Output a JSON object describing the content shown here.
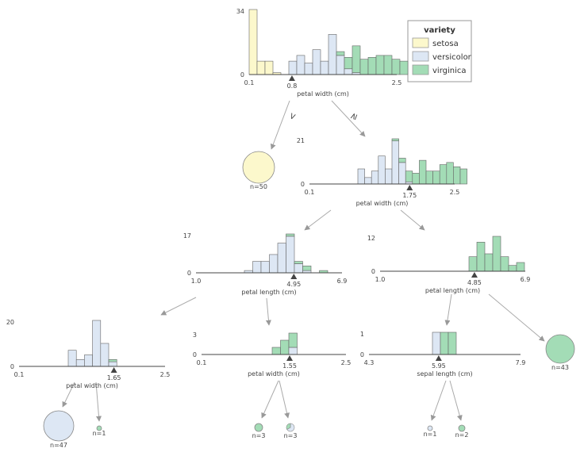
{
  "colors": {
    "setosa": "#fcf8cc",
    "versicolor": "#dde7f4",
    "virginica": "#a3dcb6",
    "stroke": "#444444"
  },
  "legend": {
    "title": "variety",
    "items": [
      {
        "label": "setosa",
        "class": "setosa"
      },
      {
        "label": "versicolor",
        "class": "versicolor"
      },
      {
        "label": "virginica",
        "class": "virginica"
      }
    ]
  },
  "nodes": [
    {
      "id": "root",
      "feature": "petal width (cm)",
      "split": "0.8",
      "xmin": "0.1",
      "xmax": "2.5",
      "ytop": "34",
      "ybot": "0",
      "ymax": 34,
      "split_frac": 0.29,
      "bins": [
        [
          34,
          0,
          0
        ],
        [
          7,
          0,
          0
        ],
        [
          7,
          0,
          0
        ],
        [
          1,
          0,
          0
        ],
        [
          0,
          0,
          0
        ],
        [
          0,
          7,
          0
        ],
        [
          0,
          10,
          0
        ],
        [
          0,
          6,
          0
        ],
        [
          0,
          13,
          0
        ],
        [
          0,
          7,
          0
        ],
        [
          0,
          21,
          0
        ],
        [
          0,
          10,
          2
        ],
        [
          0,
          3,
          6
        ],
        [
          0,
          1,
          14
        ],
        [
          0,
          0,
          8
        ],
        [
          0,
          0,
          9
        ],
        [
          0,
          0,
          10
        ],
        [
          0,
          0,
          10
        ],
        [
          0,
          0,
          8
        ],
        [
          0,
          0,
          7
        ]
      ]
    },
    {
      "id": "n2",
      "feature": "petal width (cm)",
      "split": "1.75",
      "xmin": "0.1",
      "xmax": "2.5",
      "ytop": "21",
      "ybot": "0",
      "ymax": 21,
      "split_frac": 0.69,
      "bins": [
        [
          0,
          7,
          0
        ],
        [
          0,
          3,
          0
        ],
        [
          0,
          6,
          0
        ],
        [
          0,
          13,
          0
        ],
        [
          0,
          7,
          0
        ],
        [
          0,
          20,
          1
        ],
        [
          0,
          10,
          2
        ],
        [
          0,
          1,
          5
        ],
        [
          0,
          0,
          5
        ],
        [
          0,
          0,
          11
        ],
        [
          0,
          0,
          6
        ],
        [
          0,
          0,
          6
        ],
        [
          0,
          0,
          9
        ],
        [
          0,
          0,
          10
        ],
        [
          0,
          0,
          8
        ],
        [
          0,
          0,
          7
        ]
      ]
    },
    {
      "id": "n3",
      "feature": "petal length (cm)",
      "split": "4.95",
      "xmin": "1.0",
      "xmax": "6.9",
      "ytop": "17",
      "ybot": "0",
      "ymax": 17,
      "split_frac": 0.67,
      "bins": [
        [
          0,
          1,
          0
        ],
        [
          0,
          5,
          0
        ],
        [
          0,
          5,
          0
        ],
        [
          0,
          8,
          0
        ],
        [
          0,
          13,
          0
        ],
        [
          0,
          16,
          1
        ],
        [
          0,
          4,
          1
        ],
        [
          0,
          1,
          2
        ],
        [
          0,
          0,
          0
        ],
        [
          0,
          0,
          1
        ]
      ]
    },
    {
      "id": "n4",
      "feature": "petal length (cm)",
      "split": "4.85",
      "xmin": "1.0",
      "xmax": "6.9",
      "ytop": "12",
      "ybot": "0",
      "ymax": 12,
      "split_frac": 0.65,
      "bins": [
        [
          0,
          0,
          5
        ],
        [
          0,
          0,
          10
        ],
        [
          0,
          0,
          6
        ],
        [
          0,
          0,
          12
        ],
        [
          0,
          0,
          5
        ],
        [
          0,
          0,
          2
        ],
        [
          0,
          0,
          3
        ]
      ]
    },
    {
      "id": "n5",
      "feature": "petal width (cm)",
      "split": "1.65",
      "xmin": "0.1",
      "xmax": "2.5",
      "ytop": "20",
      "ybot": "0",
      "ymax": 20,
      "split_frac": 0.65,
      "bins": [
        [
          0,
          7,
          0
        ],
        [
          0,
          3,
          0
        ],
        [
          0,
          5,
          0
        ],
        [
          0,
          20,
          0
        ],
        [
          0,
          10,
          0
        ],
        [
          0,
          2,
          1
        ]
      ]
    },
    {
      "id": "n6",
      "feature": "petal width (cm)",
      "split": "1.55",
      "xmin": "0.1",
      "xmax": "2.5",
      "ytop": "3",
      "ybot": "0",
      "ymax": 3,
      "split_frac": 0.61,
      "bins": [
        [
          0,
          0,
          1
        ],
        [
          0,
          0,
          2
        ],
        [
          0,
          1,
          2
        ]
      ]
    },
    {
      "id": "n7",
      "feature": "sepal length (cm)",
      "split": "5.95",
      "xmin": "4.3",
      "xmax": "7.9",
      "ytop": "1",
      "ybot": "0",
      "ymax": 1,
      "split_frac": 0.46,
      "bins": [
        [
          0,
          1,
          0
        ],
        [
          0,
          0,
          1
        ],
        [
          0,
          0,
          1
        ]
      ]
    }
  ],
  "leaves": [
    {
      "id": "leaf-setosa",
      "label": "n=50",
      "n": 50,
      "counts": [
        50,
        0,
        0
      ]
    },
    {
      "id": "leaf-virginica-43",
      "label": "n=43",
      "n": 43,
      "counts": [
        0,
        0,
        43
      ]
    },
    {
      "id": "leaf-versicolor-47",
      "label": "n=47",
      "n": 47,
      "counts": [
        0,
        47,
        0
      ]
    },
    {
      "id": "leaf-virginica-1",
      "label": "n=1",
      "n": 1,
      "counts": [
        0,
        0,
        1
      ]
    },
    {
      "id": "leaf-virginica-3",
      "label": "n=3",
      "n": 3,
      "counts": [
        0,
        0,
        3
      ]
    },
    {
      "id": "leaf-mixed-3",
      "label": "n=3",
      "n": 3,
      "counts": [
        0,
        2,
        1
      ]
    },
    {
      "id": "leaf-versicolor-1",
      "label": "n=1",
      "n": 1,
      "counts": [
        0,
        1,
        0
      ]
    },
    {
      "id": "leaf-virginica-2",
      "label": "n=2",
      "n": 2,
      "counts": [
        0,
        0,
        2
      ]
    }
  ],
  "edge_labels": {
    "left": "<",
    "right": "≥"
  }
}
